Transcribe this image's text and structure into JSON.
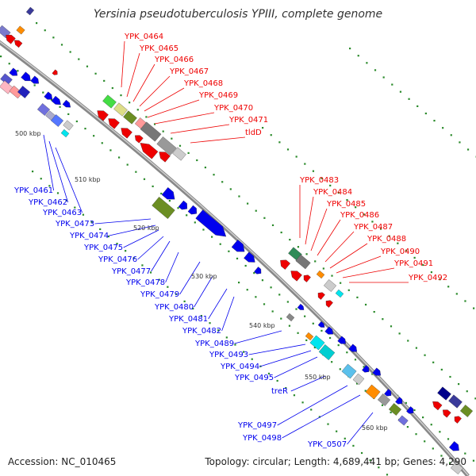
{
  "title": "Yersinia pseudotuberculosis YPIII, complete genome",
  "accession_text": "Accession: NC_010465",
  "topology_text": "Topology: circular; Length: 4,689,441 bp; Genes: 4,290",
  "colors": {
    "forward": "#0000ee",
    "reverse": "#ee0000",
    "backbone": "#888888",
    "tick": "#2a8a2a"
  },
  "kbp_labels": [
    "500 kbp",
    "510 kbp",
    "520 kbp",
    "530 kbp",
    "540 kbp",
    "550 kbp",
    "560 kbp"
  ],
  "red_genes": [
    "YPK_0464",
    "YPK_0465",
    "YPK_0466",
    "YPK_0467",
    "YPK_0468",
    "YPK_0469",
    "YPK_0470",
    "YPK_0471",
    "tldD",
    "YPK_0483",
    "YPK_0484",
    "YPK_0485",
    "YPK_0486",
    "YPK_0487",
    "YPK_0488",
    "YPK_0490",
    "YPK_0491",
    "YPK_0492"
  ],
  "blue_genes": [
    "YPK_0461",
    "YPK_0462",
    "YPK_0463",
    "YPK_0473",
    "YPK_0474",
    "YPK_0475",
    "YPK_0476",
    "YPK_0477",
    "YPK_0478",
    "YPK_0479",
    "YPK_0480",
    "YPK_0481",
    "YPK_0482",
    "YPK_0489",
    "YPK_0493",
    "YPK_0494",
    "YPK_0495",
    "treR",
    "YPK_0497",
    "YPK_0498",
    "YPK_0507"
  ]
}
